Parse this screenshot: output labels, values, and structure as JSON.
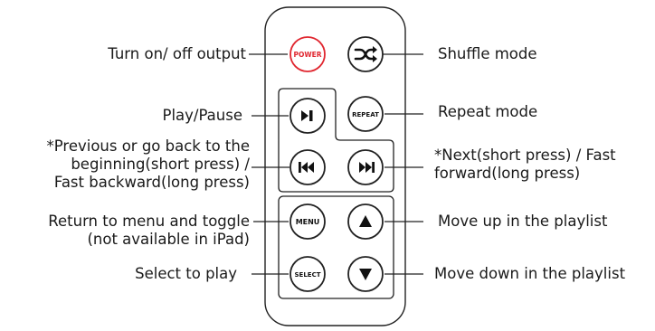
{
  "buttons": {
    "power": "POWER",
    "repeat": "REPEAT",
    "menu": "MENU",
    "select": "SELECT"
  },
  "labels": {
    "power": "Turn on/ off output",
    "shuffle": "Shuffle mode",
    "play_pause": "Play/Pause",
    "repeat": "Repeat mode",
    "previous": [
      "*Previous or go back to the",
      "beginning(short press) /",
      "Fast backward(long press)"
    ],
    "next": [
      "*Next(short press) / Fast",
      "forward(long press)"
    ],
    "menu": [
      "Return to menu and toggle",
      "(not available in iPad)"
    ],
    "up": "Move up in the playlist",
    "select": "Select to play",
    "down": "Move down in the playlist"
  },
  "icons": {
    "shuffle": "shuffle-icon",
    "play_pause": "play-pause-icon",
    "previous": "previous-icon",
    "next": "next-icon",
    "up": "up-triangle-icon",
    "down": "down-triangle-icon"
  },
  "colors": {
    "power_accent": "#e0262f",
    "outline": "#222222"
  }
}
